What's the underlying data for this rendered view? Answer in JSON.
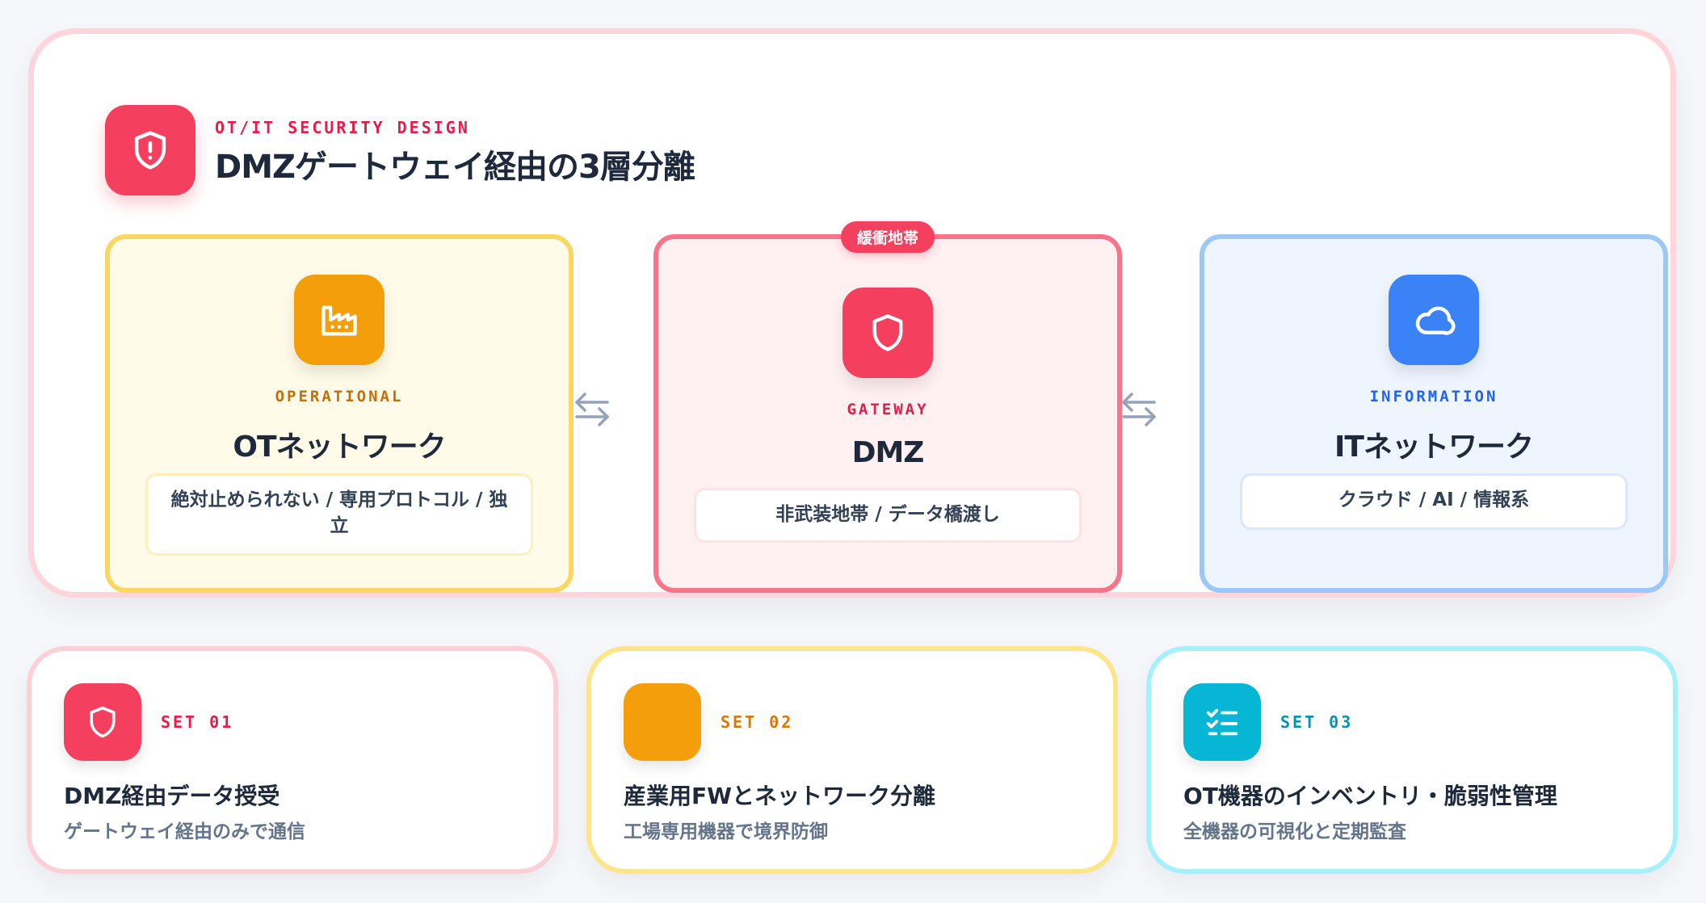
{
  "header": {
    "kicker": "OT/IT SECURITY DESIGN",
    "title": "DMZゲートウェイ経由の3層分離",
    "icon": "shield-alert-icon"
  },
  "zones": [
    {
      "kicker": "OPERATIONAL",
      "title": "OTネットワーク",
      "note": "絶対止められない / 専用プロトコル / 独立",
      "icon": "factory-icon",
      "accent": "#f59e0b"
    },
    {
      "tag": "緩衝地帯",
      "kicker": "GATEWAY",
      "title": "DMZ",
      "note": "非武装地帯 / データ橋渡し",
      "icon": "shield-icon",
      "accent": "#f43f5e"
    },
    {
      "kicker": "INFORMATION",
      "title": "ITネットワーク",
      "note": "クラウド / AI / 情報系",
      "icon": "cloud-icon",
      "accent": "#3b82f6"
    }
  ],
  "connectors": [
    "bidirectional-arrow-icon",
    "bidirectional-arrow-icon"
  ],
  "sets": [
    {
      "kicker": "SET 01",
      "title": "DMZ経由データ授受",
      "desc": "ゲートウェイ経由のみで通信",
      "icon": "shield-icon",
      "accent": "#f43f5e"
    },
    {
      "kicker": "SET 02",
      "title": "産業用FWとネットワーク分離",
      "desc": "工場専用機器で境界防御",
      "icon": "blank-icon",
      "accent": "#f59e0b"
    },
    {
      "kicker": "SET 03",
      "title": "OT機器のインベントリ・脆弱性管理",
      "desc": "全機器の可視化と定期監査",
      "icon": "checklist-icon",
      "accent": "#06b6d4"
    }
  ]
}
